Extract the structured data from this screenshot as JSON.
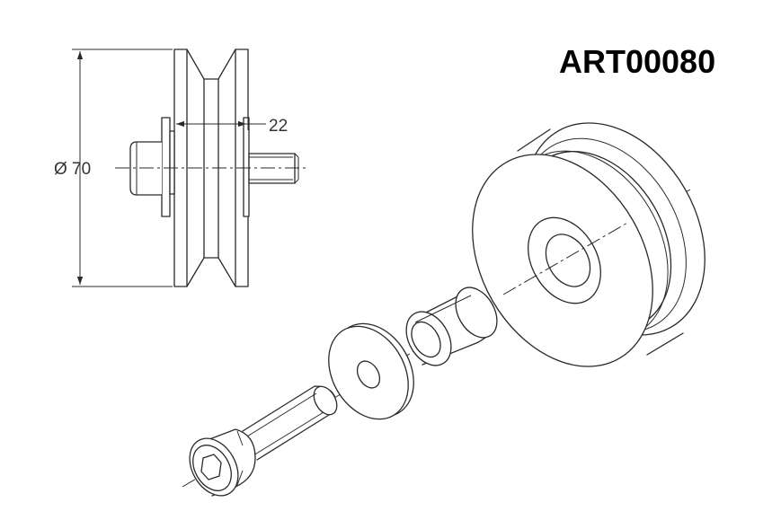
{
  "drawing": {
    "part_number": "ART00080",
    "dim_diameter": "Ø 70",
    "dim_width": "22"
  },
  "colors": {
    "line": "#2a2a2a",
    "text": "#333333",
    "title": "#000000",
    "background": "#ffffff"
  }
}
